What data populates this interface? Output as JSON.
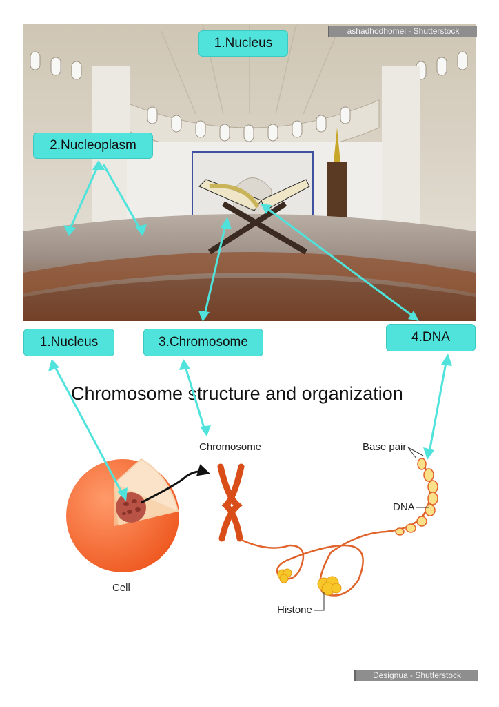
{
  "photo": {
    "description": "Mosque interior with open book on wooden stand, fisheye view",
    "credit": "ashadhodhomei - Shutterstock"
  },
  "tags": {
    "nucleus_top": "1.Nucleus",
    "nucleoplasm": "2.Nucleoplasm",
    "nucleus_bottom": "1.Nucleus",
    "chromosome": "3.Chromosome",
    "dna": "4.DNA"
  },
  "diagram": {
    "title": "Chromosome structure and organization",
    "labels": {
      "chromosome": "Chromosome",
      "cell": "Cell",
      "base_pair": "Base pair",
      "dna": "DNA",
      "histone": "Histone"
    },
    "credit": "Designua - Shutterstock"
  },
  "colors": {
    "tag_fill": "#4fe3dc",
    "arrow": "#4fe3dc",
    "cell": "#f26a2e",
    "chromosome": "#e0531f",
    "histone": "#f7c72a"
  }
}
